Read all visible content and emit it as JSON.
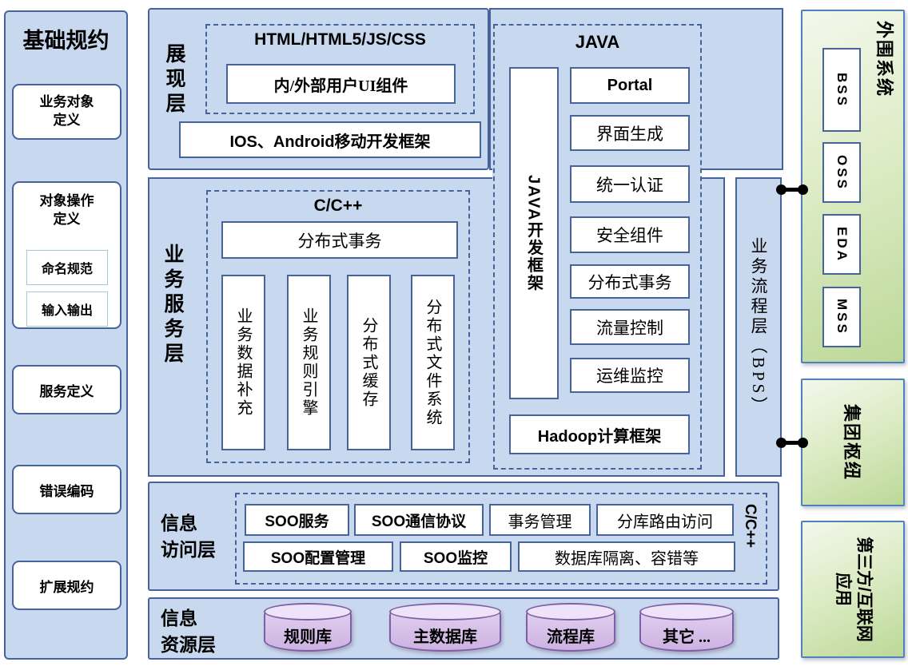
{
  "colors": {
    "panel_fill": "#c8d8ee",
    "panel_border": "#46649b",
    "green_border": "#4f81bd",
    "cylinder_border": "#7e5fa5",
    "connector": "#000000"
  },
  "sidebar": {
    "title": "基础规约",
    "items": [
      {
        "label": "业务对象\n定义"
      },
      {
        "label": "对象操作\n定义",
        "children": [
          {
            "label": "命名规范"
          },
          {
            "label": "输入输出"
          }
        ]
      },
      {
        "label": "服务定义"
      },
      {
        "label": "错误编码"
      },
      {
        "label": "扩展规约"
      }
    ]
  },
  "presentation": {
    "label": "展现层",
    "web_group": {
      "title": "HTML/HTML5/JS/CSS",
      "component": "内/外部用户UI组件"
    },
    "mobile_framework": "IOS、Android移动开发框架"
  },
  "java": {
    "title": "JAVA",
    "framework": "JAVA开发框架",
    "components": [
      "Portal",
      "界面生成",
      "统一认证",
      "安全组件",
      "分布式事务",
      "流量控制",
      "运维监控"
    ],
    "hadoop": "Hadoop计算框架"
  },
  "business": {
    "label": "业务服务层",
    "cpp_group": {
      "title": "C/C++",
      "top_component": "分布式事务",
      "columns": [
        "业务数据补充",
        "业务规则引擎",
        "分布式缓存",
        "分布式文件系统"
      ]
    }
  },
  "bps": {
    "label": "业务流程层（BPS）"
  },
  "info_access": {
    "label": "信息\n访问层",
    "row1": [
      "SOO服务",
      "SOO通信协议",
      "事务管理",
      "分库路由访问"
    ],
    "row2": [
      "SOO配置管理",
      "SOO监控",
      "数据库隔离、容错等"
    ],
    "language": "C/C++"
  },
  "info_resource": {
    "label": "信息\n资源层",
    "databases": [
      "规则库",
      "主数据库",
      "流程库",
      "其它 ..."
    ]
  },
  "external_systems": {
    "title": "外围系统",
    "systems": [
      "BSS",
      "OSS",
      "EDA",
      "MSS"
    ]
  },
  "group_hub": {
    "label": "集团枢纽"
  },
  "third_party": {
    "label": "第三方/互联网应用"
  }
}
